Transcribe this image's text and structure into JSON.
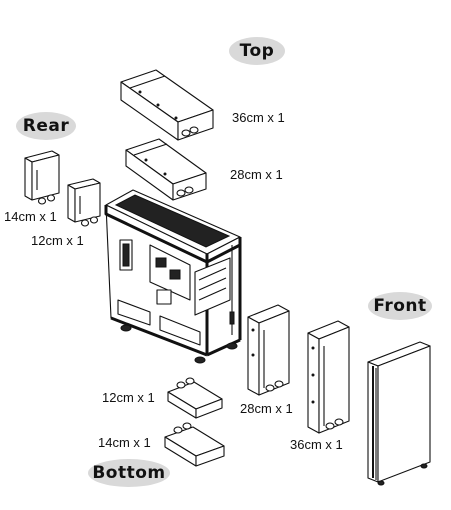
{
  "sections": {
    "top": "Top",
    "rear": "Rear",
    "front": "Front",
    "bottom": "Bottom"
  },
  "radiators": {
    "top_36": "36cm x 1",
    "top_28": "28cm x 1",
    "rear_14": "14cm x 1",
    "rear_12": "12cm x 1",
    "bottom_12": "12cm x 1",
    "bottom_14": "14cm x 1",
    "front_28": "28cm x 1",
    "front_36": "36cm x 1"
  },
  "colors": {
    "pill_bg": "#d9d9d9",
    "line": "#111111"
  }
}
